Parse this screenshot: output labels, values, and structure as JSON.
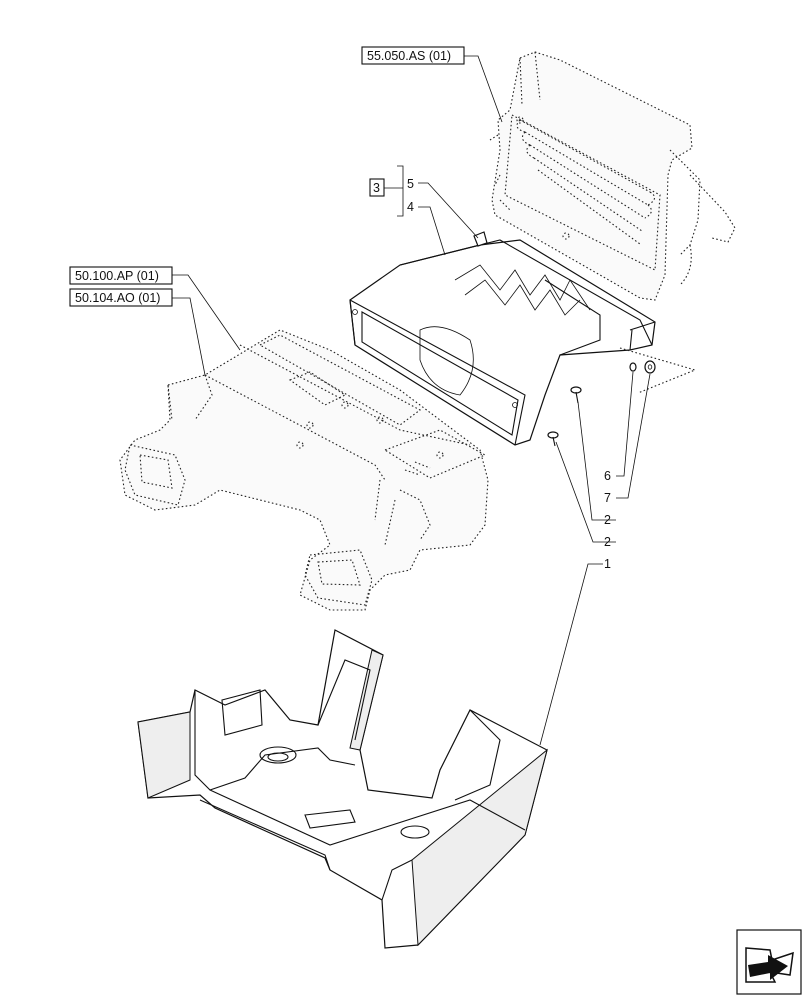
{
  "references": {
    "ref_55050": "55.050.AS (01)",
    "ref_50100": "50.100.AP (01)",
    "ref_50104": "50.104.AO (01)",
    "ref_kit": "3"
  },
  "callouts": {
    "c1": "1",
    "c2a": "2",
    "c2b": "2",
    "c4": "4",
    "c5": "5",
    "c6": "6",
    "c7": "7"
  }
}
